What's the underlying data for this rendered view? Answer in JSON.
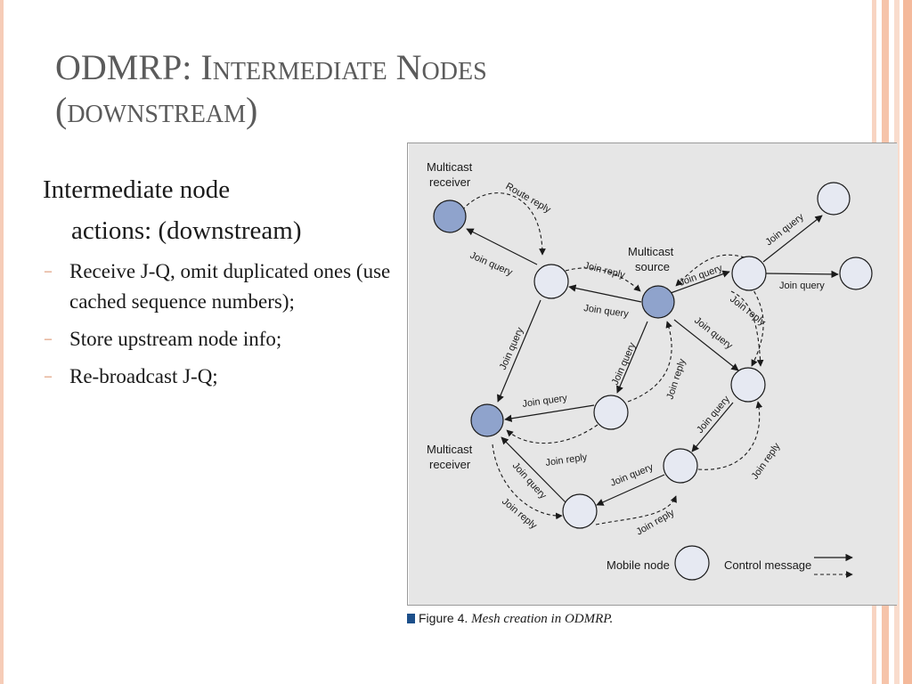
{
  "slide": {
    "title_line1": "ODMRP: Intermediate Nodes",
    "title_line2": "(downstream)"
  },
  "body": {
    "lead_line1": "Intermediate node",
    "lead_line2": "actions: (downstream)",
    "bullets": [
      "Receive J-Q, omit duplicated ones (use cached sequence numbers);",
      "Store upstream node info;",
      "Re-broadcast J-Q;"
    ]
  },
  "figure": {
    "caption_prefix": "Figure 4.",
    "caption_text": "Mesh creation in ODMRP.",
    "labels": {
      "multicast_receiver_top": [
        "Multicast",
        "receiver"
      ],
      "multicast_receiver_bottom": [
        "Multicast",
        "receiver"
      ],
      "multicast_source": [
        "Multicast",
        "source"
      ],
      "route_reply": "Route reply",
      "join_query": "Join query",
      "join_reply": "Join reply"
    },
    "legend": {
      "mobile_node": "Mobile node",
      "control_message": "Control message"
    },
    "colors": {
      "background": "#e6e6e6",
      "member_node": "#8fa3cc",
      "mobile_node": "#e6e9f2",
      "caption_square": "#1c4f8a"
    }
  }
}
